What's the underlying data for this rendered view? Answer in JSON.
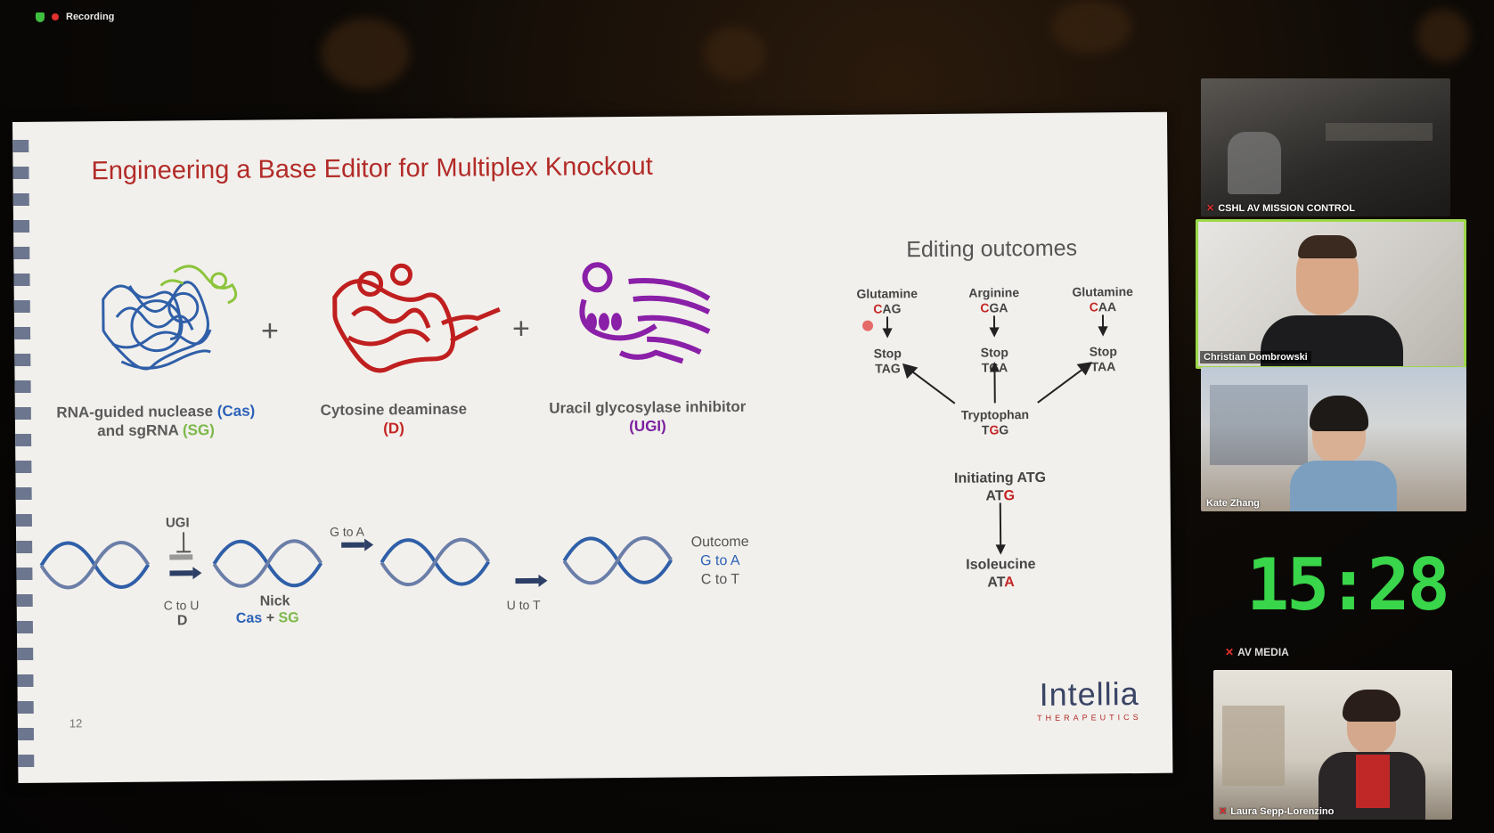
{
  "status": {
    "recording_label": "Recording"
  },
  "slide": {
    "title": "Engineering a Base Editor for Multiplex Knockout",
    "page_number": "12",
    "components": {
      "cas_line1_prefix": "RNA-guided nuclease ",
      "cas_line1_term": "(Cas)",
      "cas_line2_prefix": "and sgRNA ",
      "cas_line2_term": "(SG)",
      "deaminase_label": "Cytosine deaminase",
      "deaminase_term": "(D)",
      "ugi_label": "Uracil glycosylase inhibitor",
      "ugi_term": "(UGI)",
      "plus": "+"
    },
    "mechanism": {
      "ugi": "UGI",
      "c_to_u": "C to U",
      "d": "D",
      "nick": "Nick",
      "cas": "Cas",
      "plus": "+",
      "sg": "SG",
      "g_to_a": "G to A",
      "u_to_t": "U to T",
      "outcome_title": "Outcome",
      "outcome_1": "G to A",
      "outcome_2": "C to T"
    },
    "editing": {
      "title": "Editing outcomes",
      "glutamine_1": {
        "name": "Glutamine",
        "pre": "",
        "mark": "C",
        "post": "AG"
      },
      "arginine": {
        "name": "Arginine",
        "pre": "",
        "mark": "C",
        "post": "GA"
      },
      "glutamine_2": {
        "name": "Glutamine",
        "pre": "",
        "mark": "C",
        "post": "AA"
      },
      "stop_1": {
        "name": "Stop",
        "codon": "TAG"
      },
      "stop_2": {
        "name": "Stop",
        "codon": "TGA"
      },
      "stop_3": {
        "name": "Stop",
        "codon": "TAA"
      },
      "tryptophan": {
        "name": "Tryptophan",
        "pre": "T",
        "mark": "G",
        "post": "G"
      },
      "initiating": {
        "name": "Initiating ATG",
        "pre": "AT",
        "mark": "G",
        "post": ""
      },
      "isoleucine": {
        "name": "Isoleucine",
        "pre": "AT",
        "mark": "A",
        "post": ""
      }
    },
    "logo": {
      "main": "Intellia",
      "sub": "THERAPEUTICS"
    }
  },
  "participants": [
    {
      "name": "CSHL AV MISSION CONTROL"
    },
    {
      "name": "Christian Dombrowski"
    },
    {
      "name": "Kate Zhang"
    },
    {
      "name": "AV MEDIA"
    },
    {
      "name": "Laura Sepp-Lorenzino"
    }
  ],
  "clock": "15:28",
  "colors": {
    "title_red": "#b22b28",
    "cas_blue": "#2c62b8",
    "sg_green": "#7cb84a",
    "clock_green": "#39d54a"
  }
}
